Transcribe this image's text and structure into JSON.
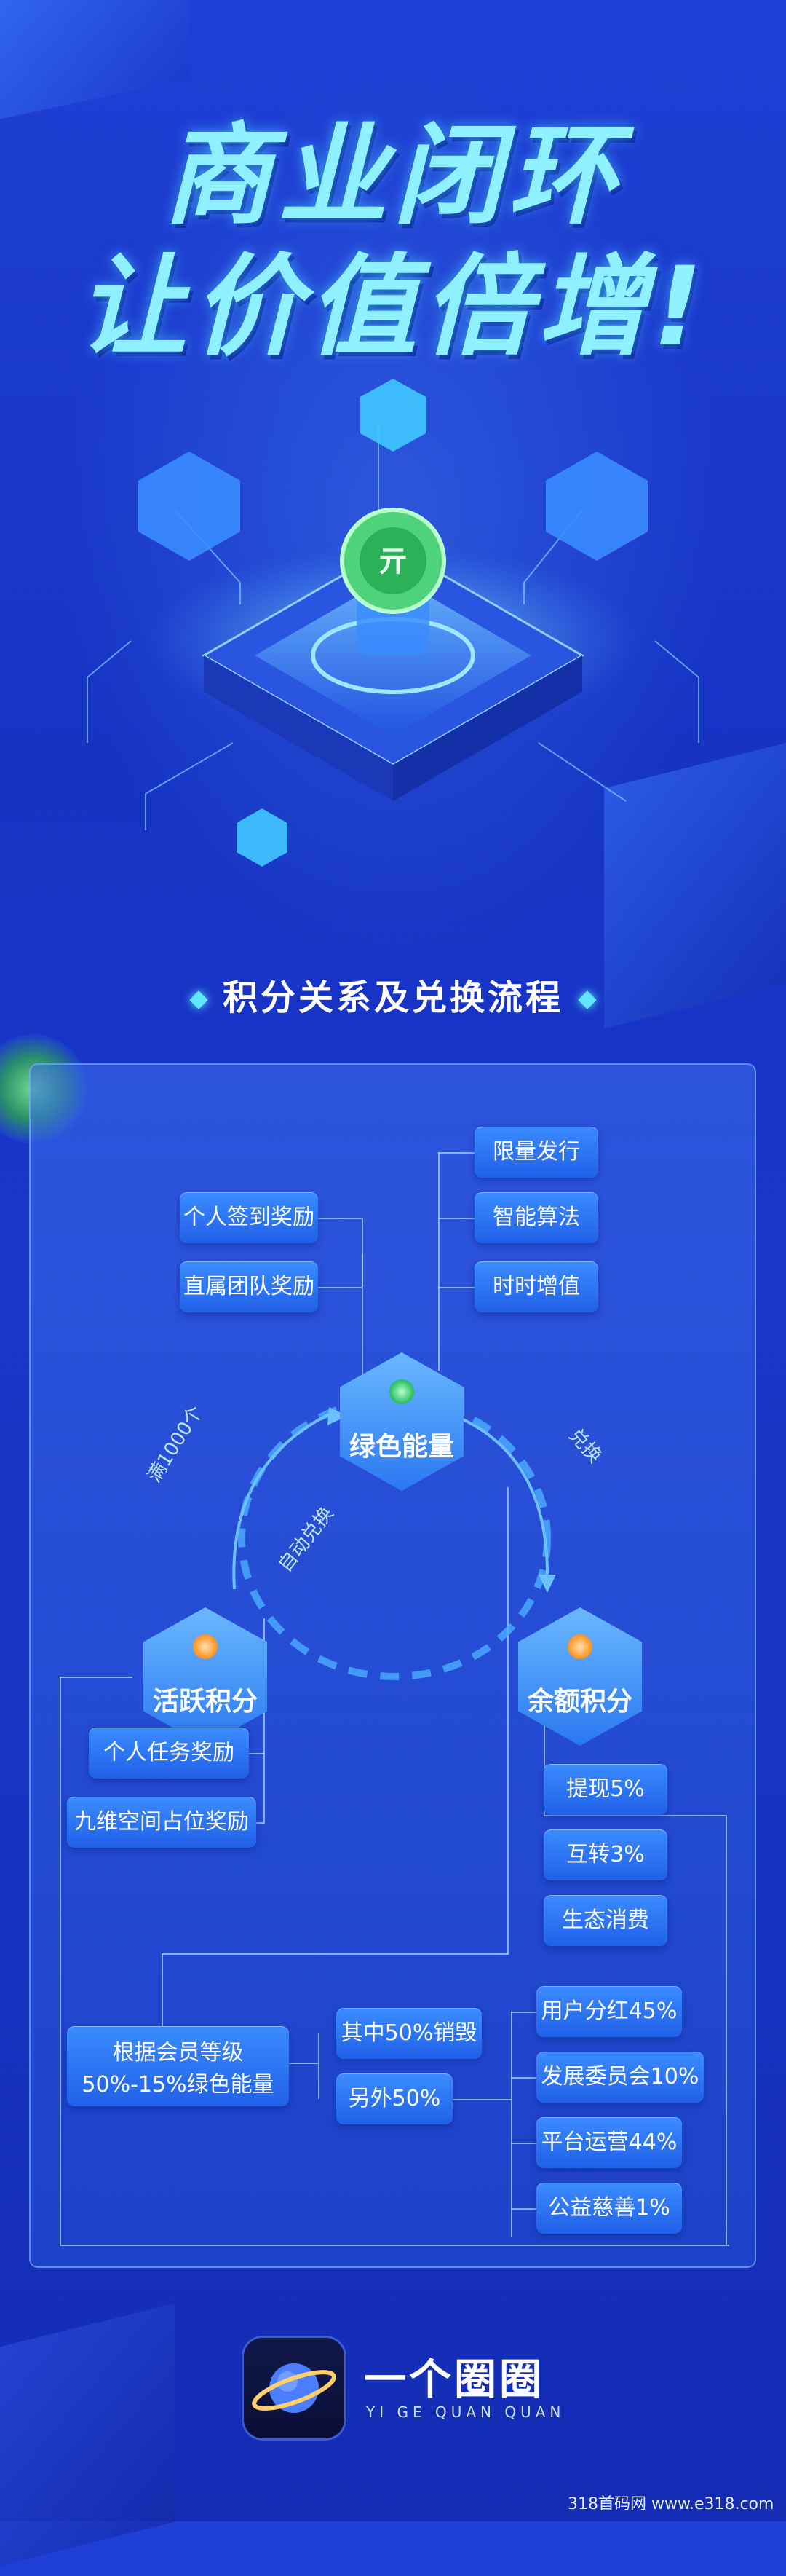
{
  "hero": {
    "title_line1": "商业闭环",
    "title_line2": "让价值倍增!",
    "center_icon_text": "亓"
  },
  "section": {
    "title": "积分关系及兑换流程"
  },
  "flow": {
    "hub_green": "绿色能量",
    "hub_active": "活跃积分",
    "hub_balance": "余额积分",
    "green_sources": [
      "个人签到奖励",
      "直属团队奖励"
    ],
    "green_features": [
      "限量发行",
      "智能算法",
      "时时增值"
    ],
    "arrow_full": "满1000个",
    "arrow_auto": "自动兑换",
    "arrow_exchange": "兑换",
    "active_sources": [
      "个人任务奖励",
      "九维空间占位奖励"
    ],
    "balance_uses": [
      "提现5%",
      "互转3%",
      "生态消费"
    ],
    "member_level": "根据会员等级",
    "member_rate": "50%-15%绿色能量",
    "split_destroy": "其中50%销毁",
    "split_other": "另外50%",
    "distribution": [
      "用户分红45%",
      "发展委员会10%",
      "平台运营44%",
      "公益慈善1%"
    ]
  },
  "footer": {
    "brand_name": "一个圈圈",
    "brand_pinyin": "YI GE QUAN QUAN",
    "watermark": "318首码网 www.e318.com"
  },
  "colors": {
    "background": "#1a36c9",
    "title": "#8ff0ff",
    "pill": "#2a6ff0",
    "accent_cyan": "#5ee6ff",
    "coin_green": "#3ccf6a",
    "coin_orange": "#ff8a2a"
  }
}
